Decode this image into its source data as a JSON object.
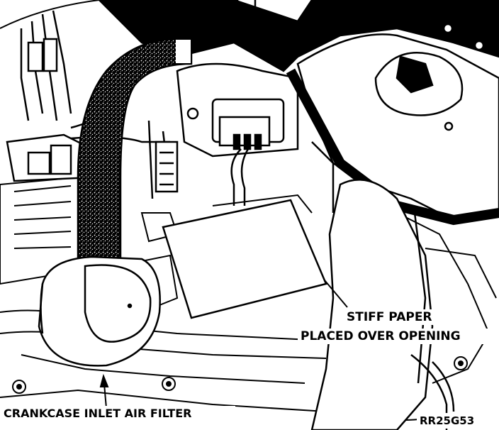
{
  "diagram": {
    "labels": {
      "stiff_paper_line1": "STIFF PAPER",
      "stiff_paper_line2": "PLACED OVER OPENING",
      "crankcase_filter": "CRANKCASE INLET AIR FILTER",
      "figure_code": "RR25G53"
    },
    "colors": {
      "ink": "#000000",
      "paper": "#ffffff"
    },
    "components": [
      "air-hose-icon",
      "filter-housing-icon",
      "stiff-paper-icon",
      "sensor-connector-icon",
      "wiring-harness-icon",
      "air-cleaner-duct-icon",
      "strut-tower-icon",
      "engine-block-icon"
    ]
  }
}
